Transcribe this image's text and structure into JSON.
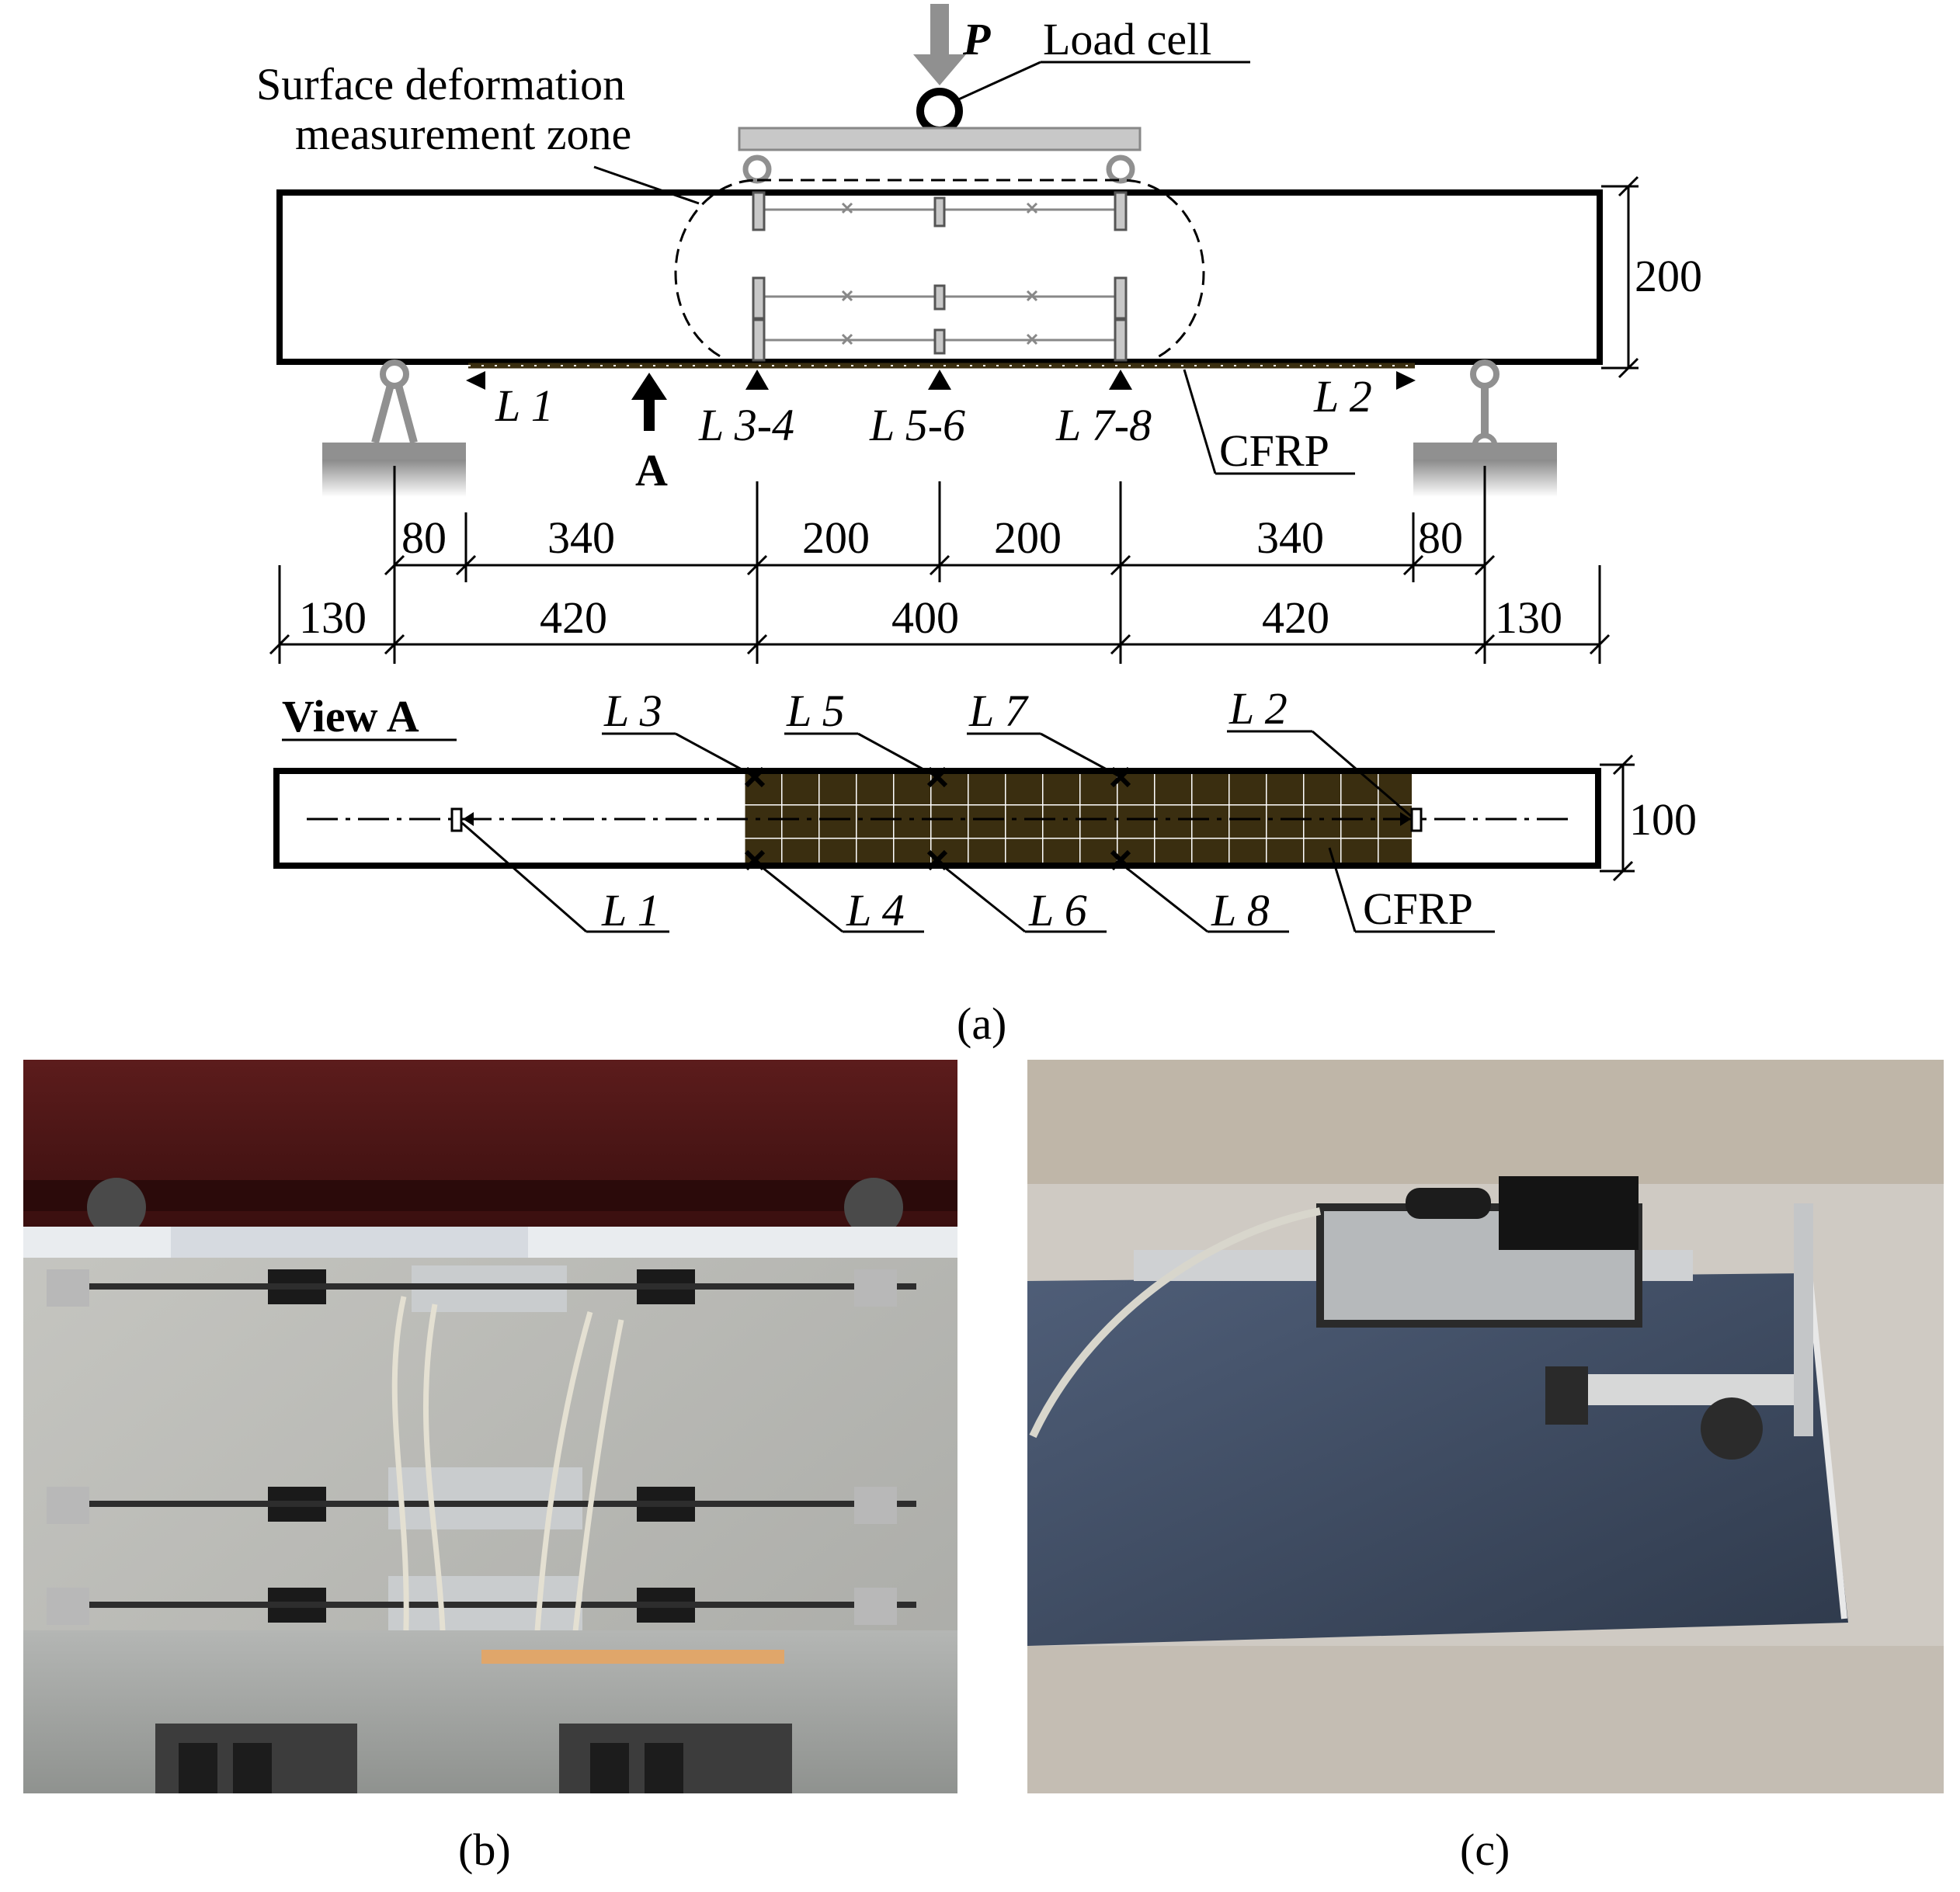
{
  "panel_a": {
    "label": "(a)",
    "annotations": {
      "load": "P",
      "load_cell": "Load cell",
      "zone_line1": "Surface deformation",
      "zone_line2": "measurement zone",
      "cfrp": "CFRP",
      "view_arrow": "A",
      "view_title": "View A"
    },
    "sensor_labels": [
      "L 1",
      "L 2",
      "L 3-4",
      "L 5-6",
      "L 7-8"
    ],
    "view_sensor_labels": [
      "L 3",
      "L 5",
      "L 7",
      "L 2",
      "L 1",
      "L 4",
      "L 6",
      "L 8"
    ],
    "height_dims": [
      "200",
      "100"
    ],
    "dims_row1": [
      "80",
      "340",
      "200",
      "200",
      "340",
      "80"
    ],
    "dims_row2": [
      "130",
      "420",
      "400",
      "420",
      "130"
    ],
    "colors": {
      "cfrp_fill": "#3a2e10",
      "support_gray": "#909090",
      "beam_stroke": "#000000"
    }
  },
  "panel_b": {
    "label": "(b)"
  },
  "panel_c": {
    "label": "(c)"
  }
}
